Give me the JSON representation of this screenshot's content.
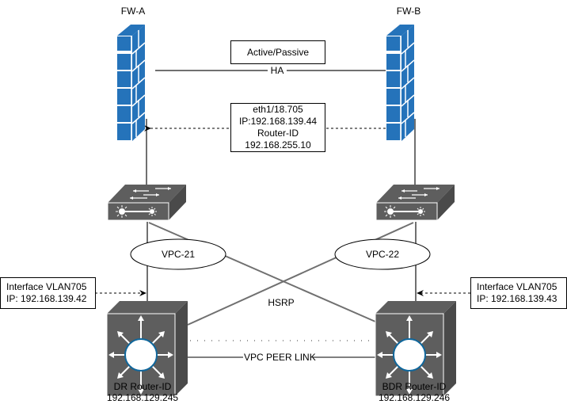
{
  "firewalls": [
    {
      "name": "FW-A"
    },
    {
      "name": "FW-B"
    }
  ],
  "ha_link": {
    "label": "HA",
    "mode_box": "Active/Passive"
  },
  "fw_interface_box": {
    "lines": [
      "eth1/18.705",
      "IP:192.168.139.44",
      "Router-ID",
      "192.168.255.10"
    ]
  },
  "vpcs": [
    {
      "label": "VPC-21"
    },
    {
      "label": "VPC-22"
    }
  ],
  "vlan_boxes": [
    {
      "lines": [
        "Interface VLAN705",
        "IP: 192.168.139.42"
      ]
    },
    {
      "lines": [
        "Interface VLAN705",
        "IP: 192.168.139.43"
      ]
    }
  ],
  "hsrp_label": "HSRP",
  "peer_link_label": "VPC PEER LINK",
  "routers": [
    {
      "role": "DR Router-ID",
      "ip": "192.168.129.245"
    },
    {
      "role": "BDR Router-ID",
      "ip": "192.168.129.246"
    }
  ],
  "colors": {
    "firewall_blue": "#2573ba",
    "device_gray": "#5e5e5e",
    "device_gray_dark": "#4a4a4a",
    "link_gray": "#707070",
    "router_ring": "#10679c"
  }
}
